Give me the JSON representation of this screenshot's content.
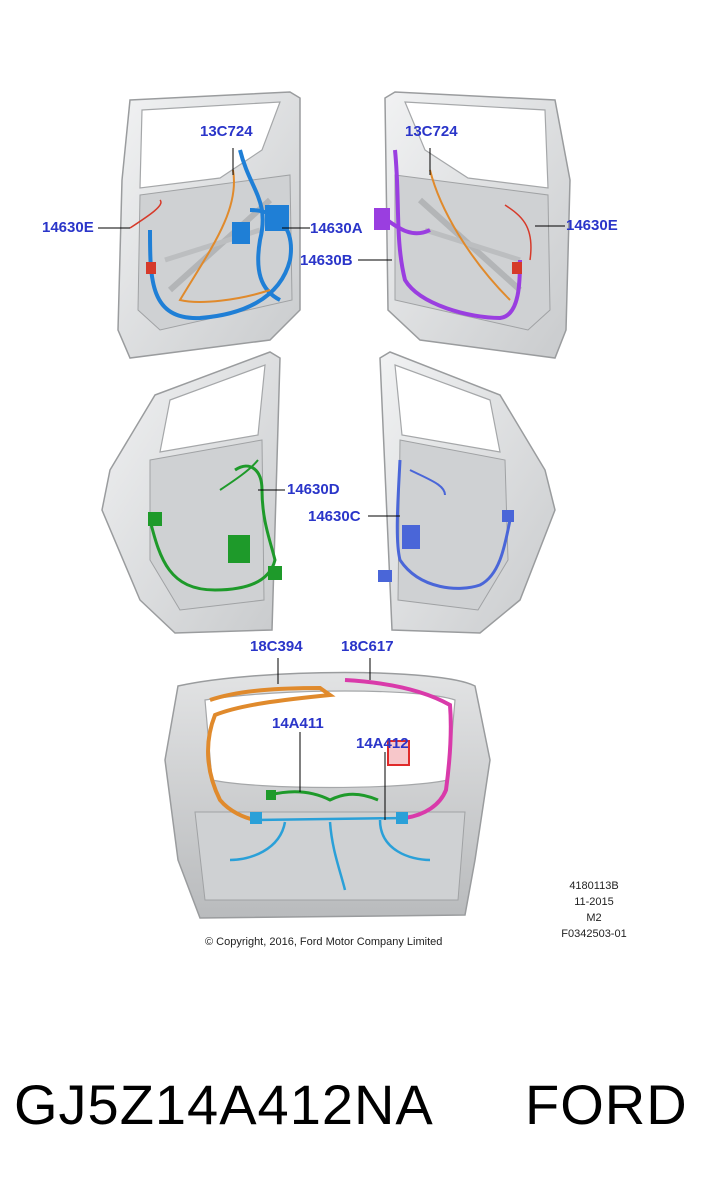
{
  "callouts": {
    "front_left_13c724": "13C724",
    "front_left_14630e": "14630E",
    "front_left_14630a": "14630A",
    "front_right_13c724": "13C724",
    "front_right_14630e": "14630E",
    "front_right_14630b": "14630B",
    "rear_left_14630d": "14630D",
    "rear_right_14630c": "14630C",
    "liftgate_18c394": "18C394",
    "liftgate_18c617": "18C617",
    "liftgate_14a411": "14A411",
    "liftgate_14a412": "14A412"
  },
  "meta": {
    "code": "4180113B",
    "date": "11-2015",
    "rev": "M2",
    "figure": "F0342503-01"
  },
  "copyright": "© Copyright, 2016, Ford Motor Company Limited",
  "footer": {
    "part_number": "GJ5Z14A412NA",
    "brand": "FORD"
  },
  "colors": {
    "callout_text": "#2a35c9",
    "wire_blue": "#1f7fd6",
    "wire_orange": "#e08a2c",
    "wire_purple": "#9a3ee0",
    "wire_green": "#1e9a2a",
    "wire_magenta": "#d93aaa",
    "wire_cyan": "#2aa0d8",
    "wire_red": "#d63a2a",
    "highlight_red": "#e0202a",
    "panel_grey": "#d9dbdc"
  }
}
